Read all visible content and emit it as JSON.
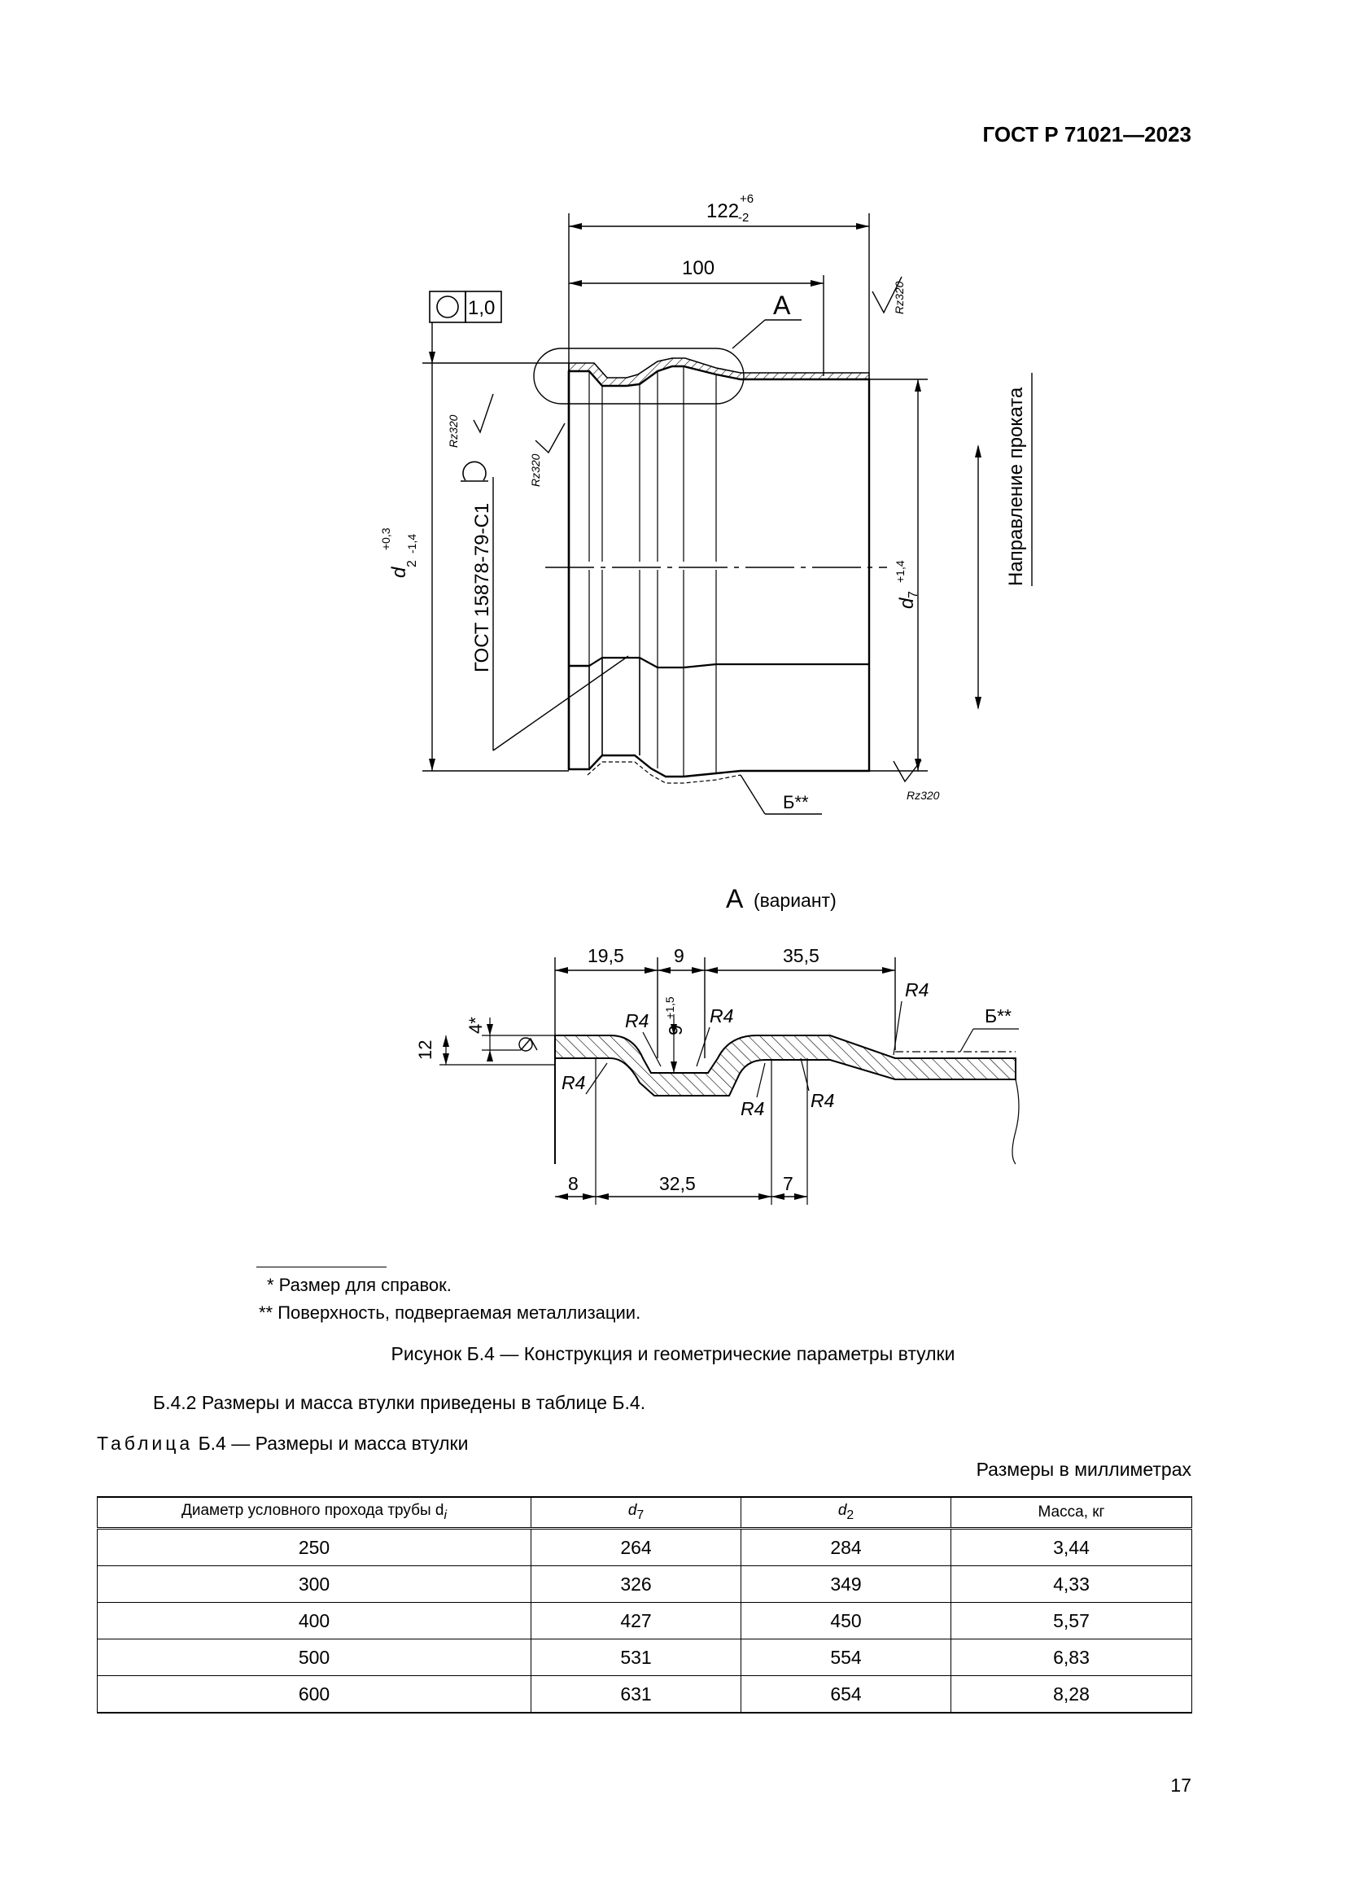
{
  "header": {
    "doc_id": "ГОСТ Р 71021—2023"
  },
  "drawing_main": {
    "dim_overall": "122",
    "dim_overall_tol_upper": "+6",
    "dim_overall_tol_lower": "-2",
    "dim_100": "100",
    "detail_ref": "А",
    "tolerance_value": "1,0",
    "roughness": "Rz320",
    "d2_label": "d",
    "d2_sub": "2",
    "d2_tol_upper": "+0,3",
    "d2_tol_lower": "-1,4",
    "d7_label": "d",
    "d7_sub": "7",
    "d7_tol_upper": "+1,4",
    "standard_ref": "ГОСТ 15878-79-С1",
    "rolling_direction": "Направление проката",
    "surface_ref": "Б**"
  },
  "drawing_detail": {
    "title": "А",
    "title_suffix": "(вариант)",
    "dim_19_5": "19,5",
    "dim_9": "9",
    "dim_35_5": "35,5",
    "dim_4": "4*",
    "dim_12": "12",
    "dim_9_tol": "+1,5",
    "radius": "R4",
    "surface_ref": "Б**",
    "dim_8": "8",
    "dim_32_5": "32,5",
    "dim_7": "7"
  },
  "footnotes": {
    "note1": "* Размер для справок.",
    "note2": "** Поверхность, подвергаемая металлизации."
  },
  "figure_caption": "Рисунок Б.4 — Конструкция и геометрические параметры втулки",
  "paragraph": "Б.4.2 Размеры и масса втулки приведены в таблице Б.4.",
  "table": {
    "title_prefix": "Таблица",
    "title_rest": " Б.4 — Размеры и масса втулки",
    "units": "Размеры в миллиметрах",
    "headers": {
      "col1": "Диаметр условного прохода трубы d",
      "col1_sub": "i",
      "col2": "d",
      "col2_sub": "7",
      "col3": "d",
      "col3_sub": "2",
      "col4": "Масса, кг"
    },
    "rows": [
      [
        "250",
        "264",
        "284",
        "3,44"
      ],
      [
        "300",
        "326",
        "349",
        "4,33"
      ],
      [
        "400",
        "427",
        "450",
        "5,57"
      ],
      [
        "500",
        "531",
        "554",
        "6,83"
      ],
      [
        "600",
        "631",
        "654",
        "8,28"
      ]
    ]
  },
  "page_number": "17"
}
